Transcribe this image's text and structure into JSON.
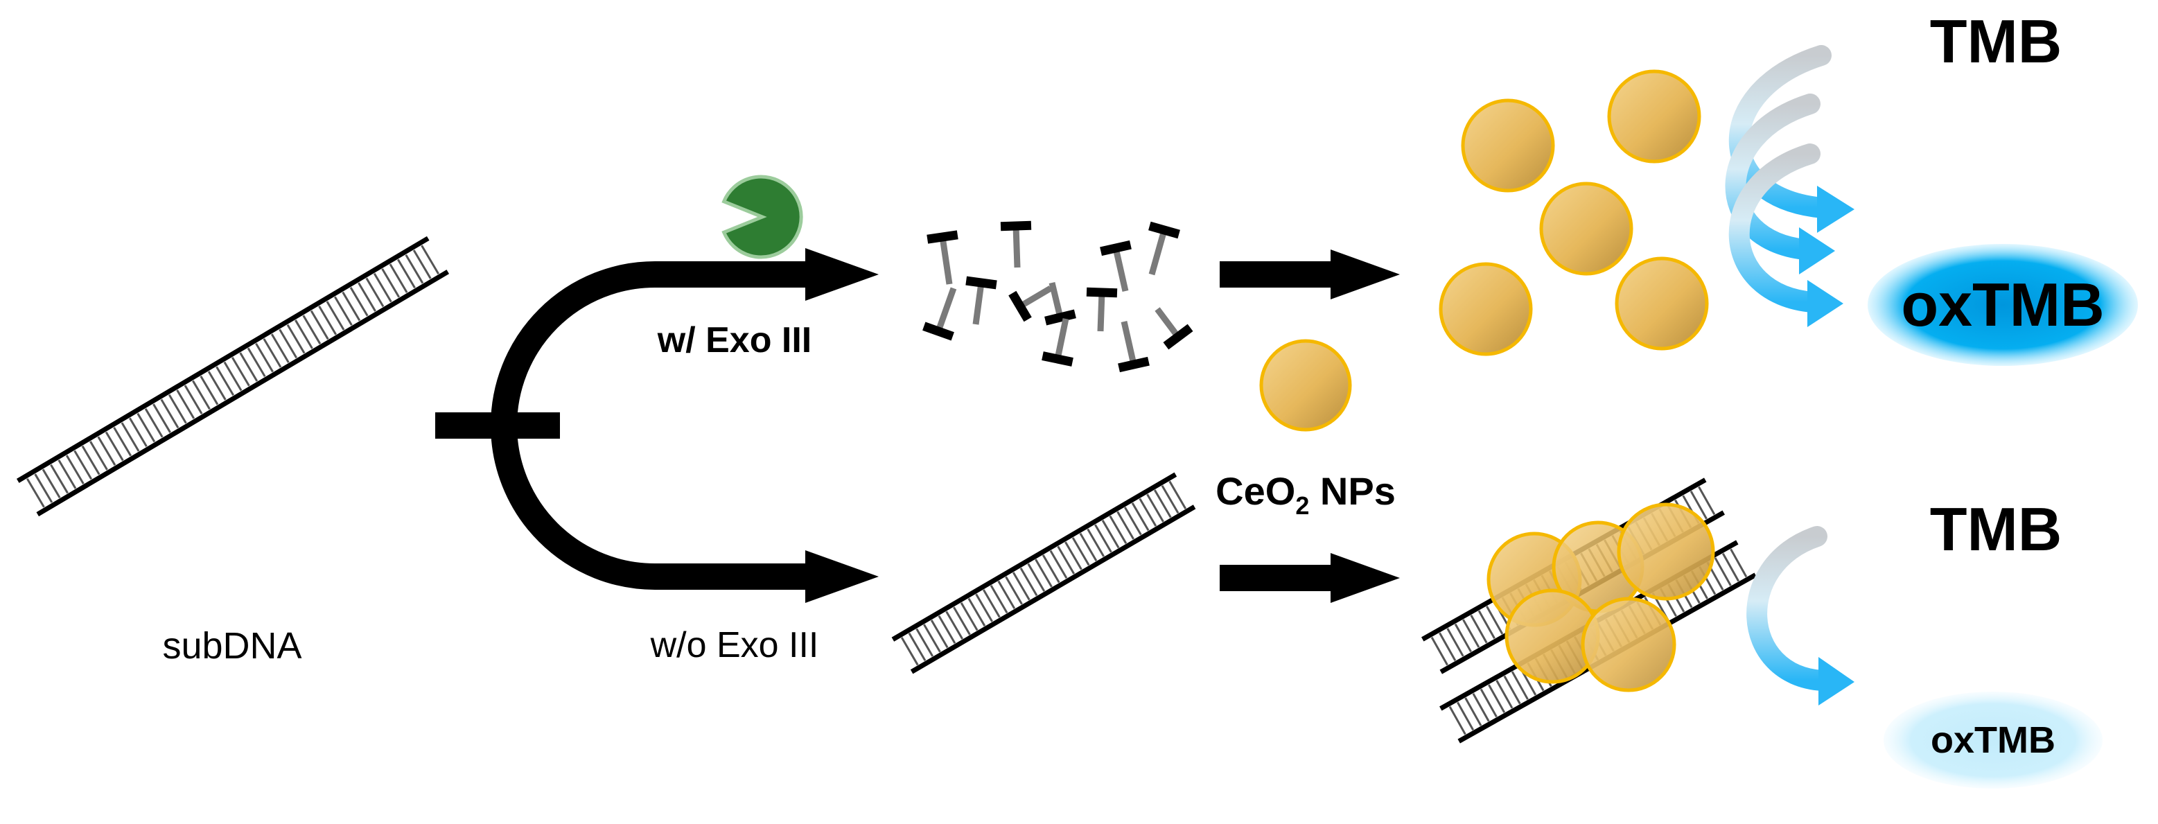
{
  "labels": {
    "subdna": "subDNA",
    "with_exo": "w/ Exo III",
    "without_exo": "w/o Exo III",
    "ceo2_prefix": "CeO",
    "ceo2_sub": "2",
    "ceo2_suffix": " NPs",
    "tmb_top": "TMB",
    "oxtmb_top": "oxTMB",
    "tmb_bottom": "TMB",
    "oxtmb_bottom": "oxTMB"
  },
  "colors": {
    "arrow": "#000000",
    "exo_enzyme": "#2e7d32",
    "nanoparticle_fill": "#e6b85c",
    "nanoparticle_edge": "#f5b800",
    "curl_arrow": "#29b6f6",
    "oxtmb_strong": "#00a8e8",
    "oxtmb_weak": "#c9effc"
  }
}
